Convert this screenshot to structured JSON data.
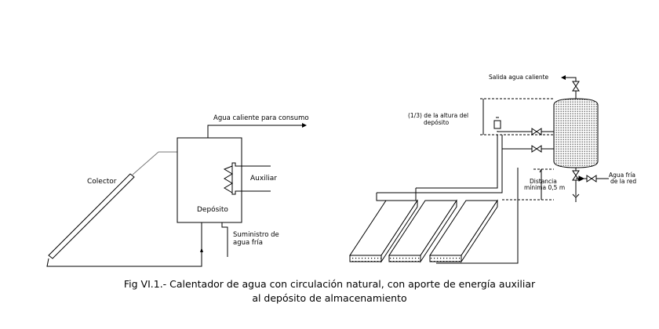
{
  "left": {
    "hot_water_out": "Agua caliente para consumo",
    "collector": "Colector",
    "auxiliary": "Auxiliar",
    "tank": "Depósito",
    "cold_supply_1": "Suministro de",
    "cold_supply_2": "agua fría"
  },
  "right": {
    "hot_outlet": "Salida agua caliente",
    "height_note_1": "(1/3) de la altura del",
    "height_note_2": "depósito",
    "cold_inlet_1": "Agua fría",
    "cold_inlet_2": "de la red",
    "distance_1": "Distancia",
    "distance_2": "mínima 0,5 m"
  },
  "caption": {
    "line1": "Fig VI.1.- Calentador de agua con circulación natural, con aporte de energía auxiliar",
    "line2": "al depósito de almacenamiento"
  }
}
